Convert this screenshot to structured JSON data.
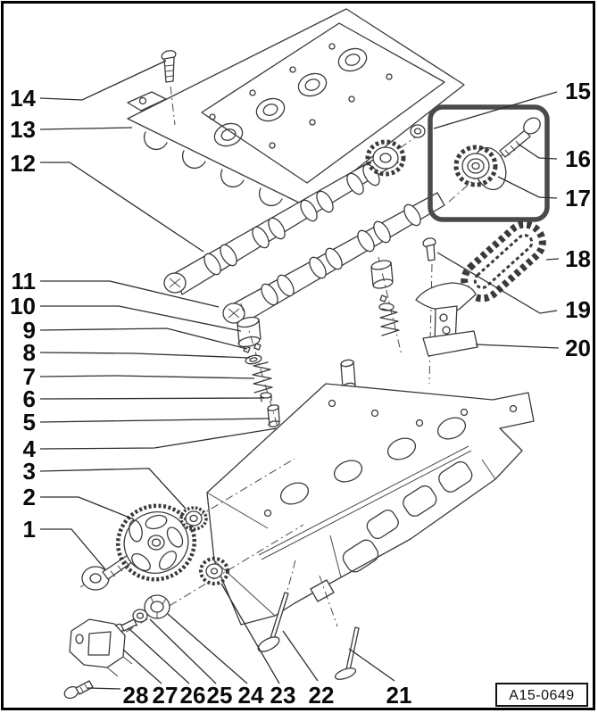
{
  "figure": {
    "code_label": "A15-0649",
    "colors": {
      "highlight_box": "#4a4a4a",
      "frame_border": "#000000",
      "line_art": "#3a3a3a",
      "background": "#ffffff"
    },
    "callouts": {
      "1": "1",
      "2": "2",
      "3": "3",
      "4": "4",
      "5": "5",
      "6": "6",
      "7": "7",
      "8": "8",
      "9": "9",
      "10": "10",
      "11": "11",
      "12": "12",
      "13": "13",
      "14": "14",
      "15": "15",
      "16": "16",
      "17": "17",
      "18": "18",
      "19": "19",
      "20": "20",
      "21": "21",
      "22": "22",
      "23": "23",
      "24": "24",
      "25": "25",
      "26": "26",
      "27": "27",
      "28": "28"
    }
  }
}
